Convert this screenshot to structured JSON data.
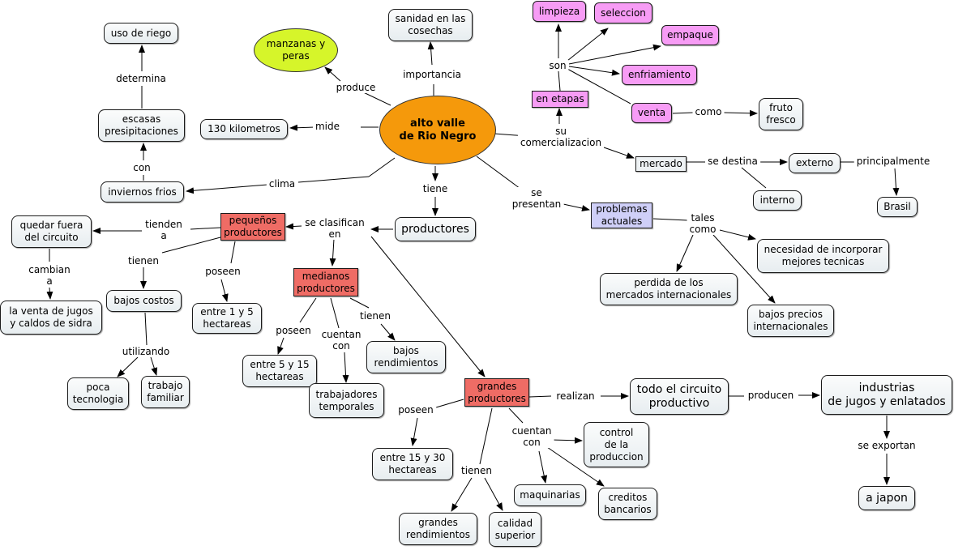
{
  "nodes": {
    "center": "alto valle\nde Rio Negro",
    "manzanas": "manzanas y\nperas",
    "sanidad": "sanidad en las\ncosechas",
    "uso_riego": "uso de riego",
    "escasas": "escasas\npresipitaciones",
    "km": "130 kilometros",
    "inviernos": "inviernos frios",
    "limpieza": "limpieza",
    "seleccion": "seleccion",
    "empaque": "empaque",
    "enfriamiento": "enfriamiento",
    "venta": "venta",
    "fruto": "fruto\nfresco",
    "en_etapas": "en etapas",
    "mercado": "mercado",
    "externo": "externo",
    "interno": "interno",
    "brasil": "Brasil",
    "problemas": "problemas\nactuales",
    "necesidad": "necesidad de incorporar\nmejores tecnicas",
    "perdida": "perdida de los\nmercados internacionales",
    "bajos_precios": "bajos precios\ninternacionales",
    "productores": "productores",
    "pequenos": "pequeños\nproductores",
    "quedar": "quedar fuera\ndel circuito",
    "venta_jugos": "la venta de jugos\ny caldos de sidra",
    "bajos_costos": "bajos costos",
    "poca_tec": "poca\ntecnologia",
    "trabajo_fam": "trabajo\nfamiliar",
    "ha_1_5": "entre 1 y 5\nhectareas",
    "medianos": "medianos\nproductores",
    "ha_5_15": "entre 5 y 15\nhectareas",
    "temporales": "trabajadores\ntemporales",
    "bajos_rend": "bajos\nrendimientos",
    "grandes": "grandes\nproductores",
    "ha_15_30": "entre 15 y 30\nhectareas",
    "grandes_rend": "grandes\nrendimientos",
    "calidad": "calidad\nsuperior",
    "maquinarias": "maquinarias",
    "creditos": "creditos\nbancarios",
    "control": "control\nde la\nproduccion",
    "circuito": "todo el circuito\nproductivo",
    "industrias": "industrias\nde jugos y enlatados",
    "japon": "a japon"
  },
  "labels": {
    "produce": "produce",
    "importancia": "importancia",
    "determina": "determina",
    "mide": "mide",
    "con": "con",
    "clima": "clima",
    "son": "son",
    "como_venta": "como",
    "su_comercializacion": "su\ncomercializacion",
    "se_destina": "se destina",
    "principalmente": "principalmente",
    "se_presentan": "se\npresentan",
    "tales_como": "tales\ncomo",
    "tiene": "tiene",
    "se_clasifican": "se clasifican\nen",
    "tienden_a": "tienden\na",
    "cambian_a": "cambian\na",
    "tienen_peq": "tienen",
    "poseen_peq": "poseen",
    "utilizando": "utilizando",
    "poseen_med": "poseen",
    "cuentan_med": "cuentan\ncon",
    "tienen_med": "tienen",
    "realizan": "realizan",
    "producen": "producen",
    "se_exportan": "se exportan",
    "poseen_gra": "poseen",
    "tienen_gra": "tienen",
    "cuentan_gra": "cuentan\ncon"
  }
}
